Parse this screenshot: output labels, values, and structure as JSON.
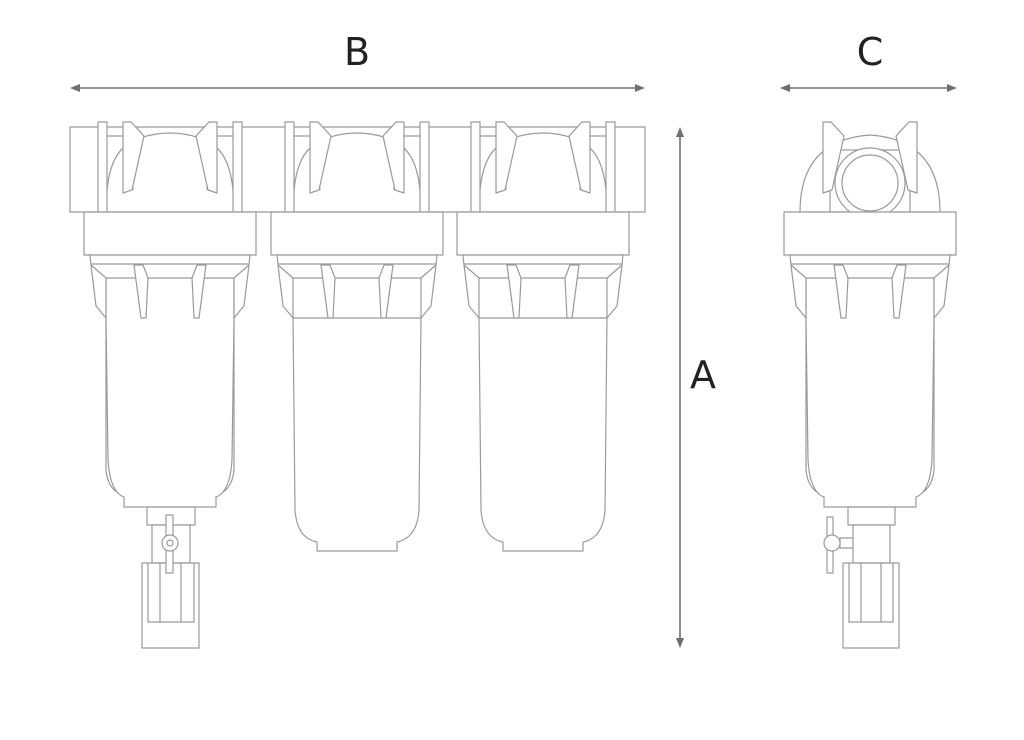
{
  "dimensions": {
    "width_label": "B",
    "depth_label": "C",
    "height_label": "A"
  },
  "colors": {
    "line": "#9a9a9a",
    "dimension": "#6f6f6f",
    "text": "#222222"
  }
}
